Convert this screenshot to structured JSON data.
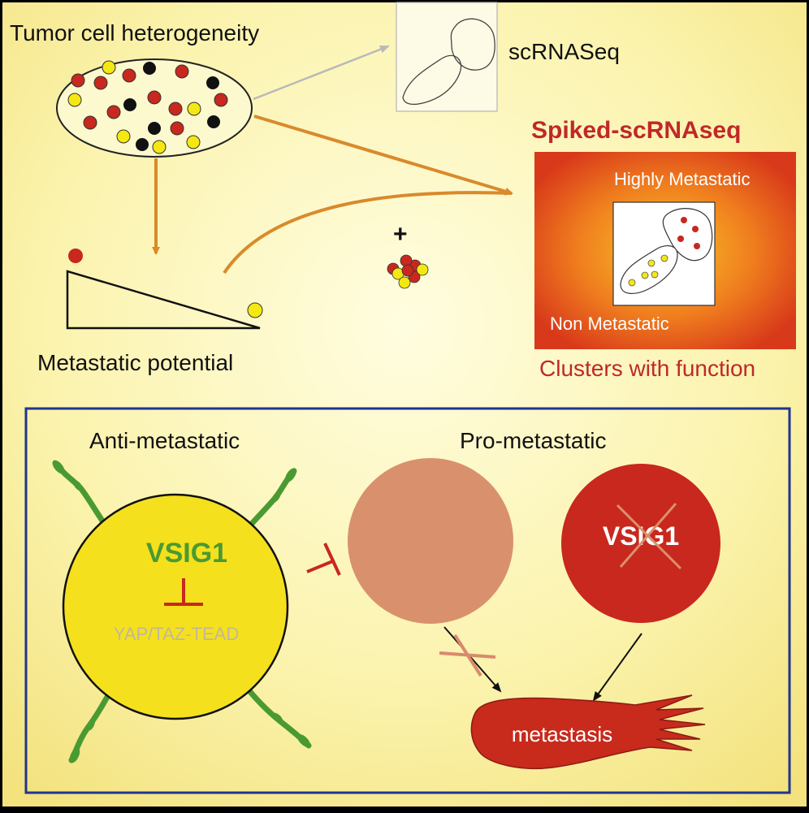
{
  "labels": {
    "heterogeneity": "Tumor cell heterogeneity",
    "scrnaseq": "scRNASeq",
    "spiked_title": "Spiked-scRNAseq",
    "highly_metastatic": "Highly Metastatic",
    "non_metastatic": "Non Metastatic",
    "clusters_function": "Clusters with function",
    "metastatic_potential": "Metastatic potential",
    "plus": "+",
    "anti_metastatic": "Anti-metastatic",
    "pro_metastatic": "Pro-metastatic",
    "vsig1": "VSIG1",
    "vsig1_crossed": "VSIG1",
    "yap_taz_tead": "YAP/TAZ-TEAD",
    "metastasis": "metastasis"
  },
  "colors": {
    "red_cell": "#c8281e",
    "yellow_cell": "#f5e812",
    "black_cell": "#111111",
    "title_red": "#c0282a",
    "arrow_orange": "#d98a2b",
    "arrow_gray": "#b9b9b9",
    "box_blue": "#1f3590",
    "vsig_green": "#4a9a32",
    "inhibit_red": "#c8281e",
    "salmon_cell": "#d9916d",
    "crimson_cell": "#c8281e",
    "metastasis_fill": "#c82a1c"
  }
}
